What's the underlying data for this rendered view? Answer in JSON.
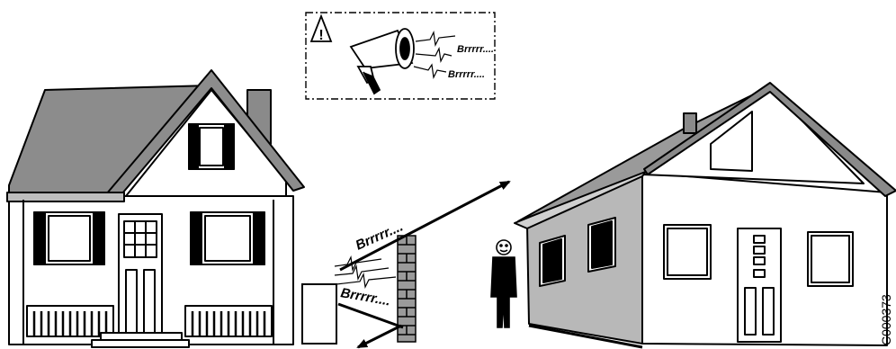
{
  "warning_box": {
    "warning_symbol": "!",
    "sound_label_1": "Brrrrr....",
    "sound_label_2": "Brrrrr...."
  },
  "sound_label_reflected_up": "Brrrrr....",
  "sound_label_reflected_down": "Brrrrr....",
  "reference_code": "C000373",
  "icons": [
    "warning-triangle-icon",
    "megaphone-icon",
    "person-icon"
  ]
}
